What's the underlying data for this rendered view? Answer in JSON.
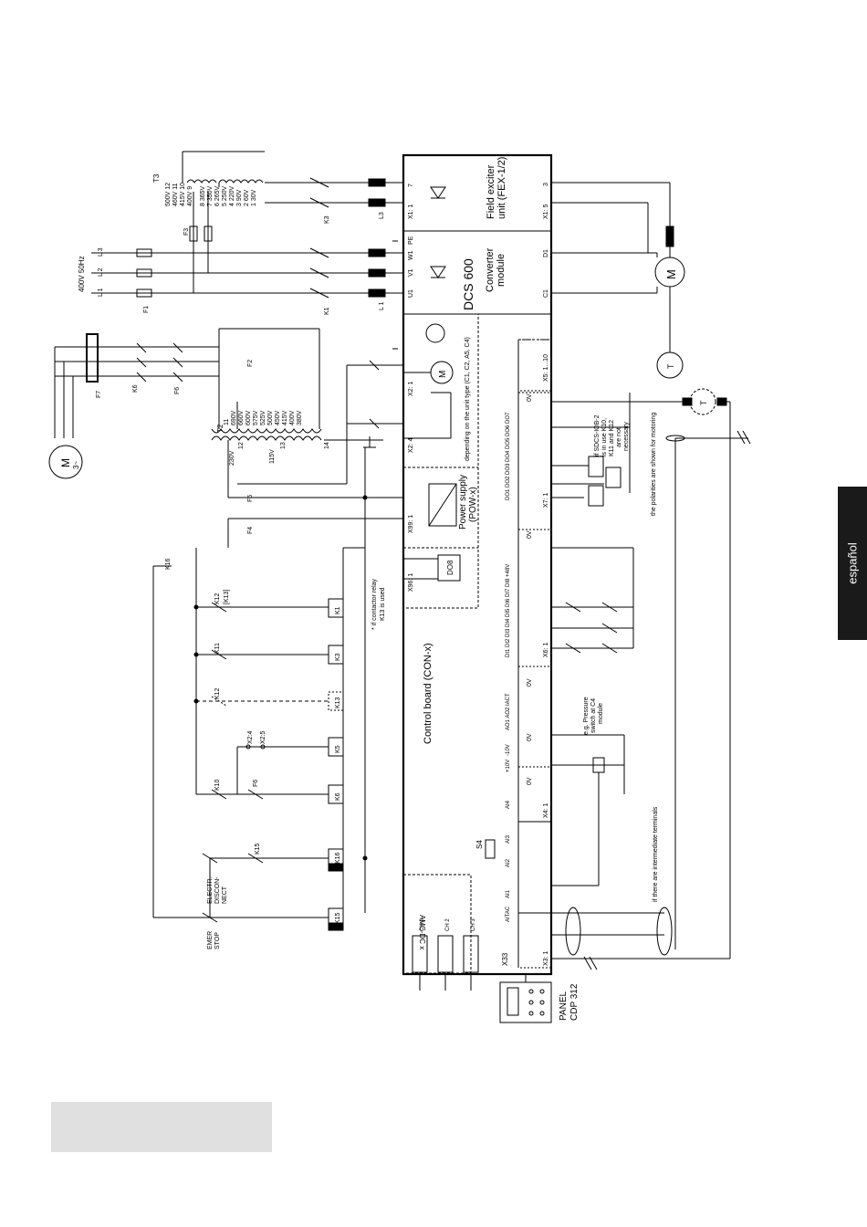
{
  "language_tab": "español",
  "main_unit": {
    "title": "DCS 600",
    "subtitle1": "Converter",
    "subtitle2": "module"
  },
  "field_exciter": {
    "line1": "Field exciter",
    "line2": "unit (FEX-1/2)"
  },
  "control_board": "Control board (CON-x)",
  "power_supply": {
    "line1": "Power supply",
    "line2": "(POW-x)"
  },
  "fan_note": "depending on the unit type (C1, C2, A5, C4)",
  "supply_label": "400V 50Hz",
  "contactor_note": {
    "line1": "* if contactor relay",
    "line2": "K13 is used"
  },
  "sdcs_note": [
    "if SDCS-IOB-2",
    "is in use K10,",
    "K11 and K12",
    "are not",
    "necessary"
  ],
  "polarity_note": "the polarities are shown for motoring",
  "intermediate_note": "if there are intermediate terminals",
  "pressure_note": {
    "line1": "e.g. Pressure",
    "line2": "switch at C4",
    "line3": "module"
  },
  "panel": {
    "line1": "PANEL",
    "line2": "CDP 312"
  },
  "amc": "AMC-DC x",
  "x33": "X33",
  "s4": "S4",
  "do8": "DO8",
  "emer_stop": {
    "line1": "EMER",
    "line2": "STOP"
  },
  "electr_disconnect": {
    "line1": "ELECTR.",
    "line2": "DISCON-",
    "line3": "NECT"
  },
  "relays": [
    "K1",
    "K3",
    "K13",
    "K5",
    "K6",
    "K16",
    "K15"
  ],
  "contacts": {
    "k12": "K12",
    "k13b": "[K13]",
    "k11": "K11",
    "k12b": "K12",
    "k10": "K10",
    "f6": "F6",
    "k15": "K15",
    "k16": "K16",
    "x2_4": "X2:4",
    "x2_5": "X2:5"
  },
  "phases": [
    "L 1",
    "L 2",
    "L 3"
  ],
  "fuses": {
    "f1": "F1",
    "f2": "F2",
    "f3": "F3",
    "f4": "F4",
    "f5": "F5",
    "f6": "F6",
    "f7": "F7"
  },
  "k1_label": "K1",
  "k3_label": "K3",
  "k6_label": "K6",
  "l1_label": "L 1",
  "l3_label": "L3",
  "t2": {
    "name": "T2",
    "taps": [
      "690V",
      "660V",
      "600V",
      "575V",
      "525V",
      "500V",
      "450V",
      "415V",
      "400V",
      "380V"
    ],
    "t230": "230V",
    "t115": "115V",
    "n11": "11",
    "n12": "12",
    "n13": "13",
    "n14": "14"
  },
  "t3": {
    "name": "T3",
    "left_taps": [
      "500V 12",
      "460V 11",
      "415V 10",
      "400V 9"
    ],
    "right_taps": [
      "8 365V",
      "7 350V",
      "6 265V",
      "5 250V",
      "4 220V",
      "3 90V",
      "2 60V",
      "1 30V"
    ]
  },
  "terminals": {
    "x1_top": "X1: 1",
    "x1_7": "7",
    "w1": "W1",
    "pe": "PE",
    "v1": "V1",
    "u1": "U1",
    "x1_fe": "X1: 5",
    "fe3": "3",
    "d1": "D1",
    "c1": "C1",
    "x2_1": "X2: 1",
    "x2_4": "X2: 4",
    "x99": "X99: 1",
    "x96": "X96: 1",
    "x5": "X5: 1...10",
    "x7": "X7: 1",
    "x6": "X6: 1",
    "x4": "X4: 1",
    "x3": "X3: 1"
  },
  "do_labels": "DO1 DO2 DO3 DO4 DO5 DO6 DO7",
  "di_labels": "DI1 DI2 DI3 DI4 DI5 DI6 DI7 DI8 +48V",
  "ao_labels": "AO1 AO2 IACT",
  "ai_labels": [
    "+10V",
    "-10V",
    "AI4",
    "AI3",
    "AI2",
    "AI1",
    "AITAC"
  ],
  "zero_v": "0V",
  "motor_label": "M",
  "motor3_label": "3~",
  "tacho_label": "T",
  "ch_labels": [
    "CH 0",
    "CH 2",
    "CH 3"
  ]
}
